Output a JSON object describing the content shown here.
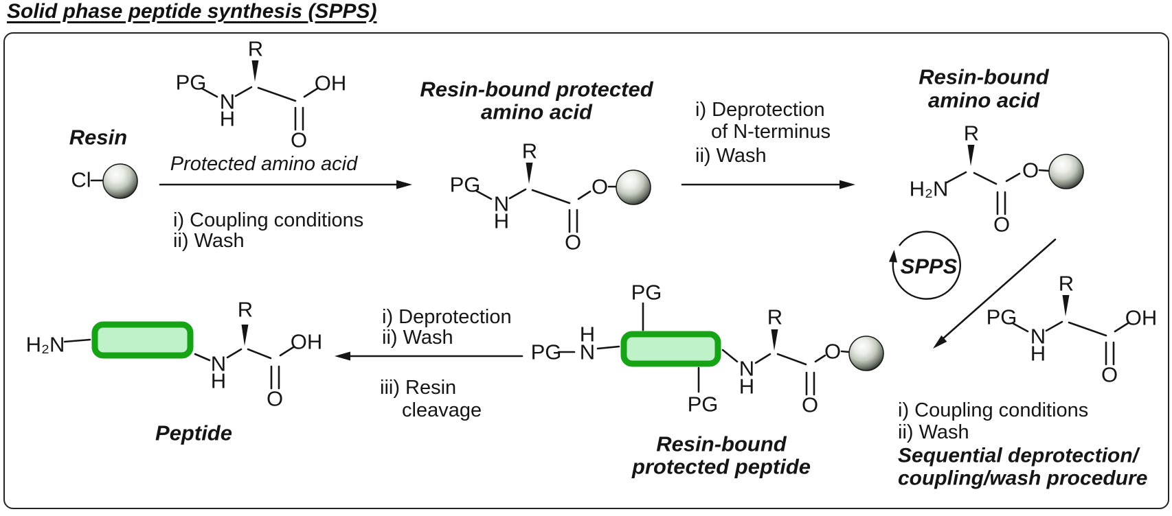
{
  "title": "Solid phase peptide synthesis (SPPS)",
  "colors": {
    "peptide_box_border": "#16a316",
    "peptide_box_fill": "#bff2c8",
    "line_color": "#151515",
    "background": "#ffffff"
  },
  "atoms": {
    "pg": "PG",
    "n": "N",
    "h": "H",
    "r": "R",
    "o": "O",
    "oh": "OH",
    "cl": "Cl",
    "h2n": "H₂N"
  },
  "labels": {
    "resin": "Resin",
    "protected_amino_acid": "Protected amino acid",
    "resin_bound_protected_aa": [
      "Resin-bound protected",
      "amino acid"
    ],
    "resin_bound_aa": [
      "Resin-bound",
      "amino acid"
    ],
    "spps_cycle": "SPPS",
    "resin_bound_protected_peptide": [
      "Resin-bound",
      "protected peptide"
    ],
    "peptide": "Peptide"
  },
  "steps": {
    "coupling_1": [
      "i) Coupling conditions",
      "ii) Wash"
    ],
    "deprotection_1": [
      "i) Deprotection",
      "of N-terminus",
      "ii) Wash"
    ],
    "cleavage": [
      "i) Deprotection",
      "ii) Wash",
      "iii) Resin",
      "cleavage"
    ],
    "coupling_2": [
      "i) Coupling conditions",
      "ii) Wash"
    ],
    "sequential": [
      "Sequential deprotection/",
      "coupling/wash procedure"
    ]
  }
}
